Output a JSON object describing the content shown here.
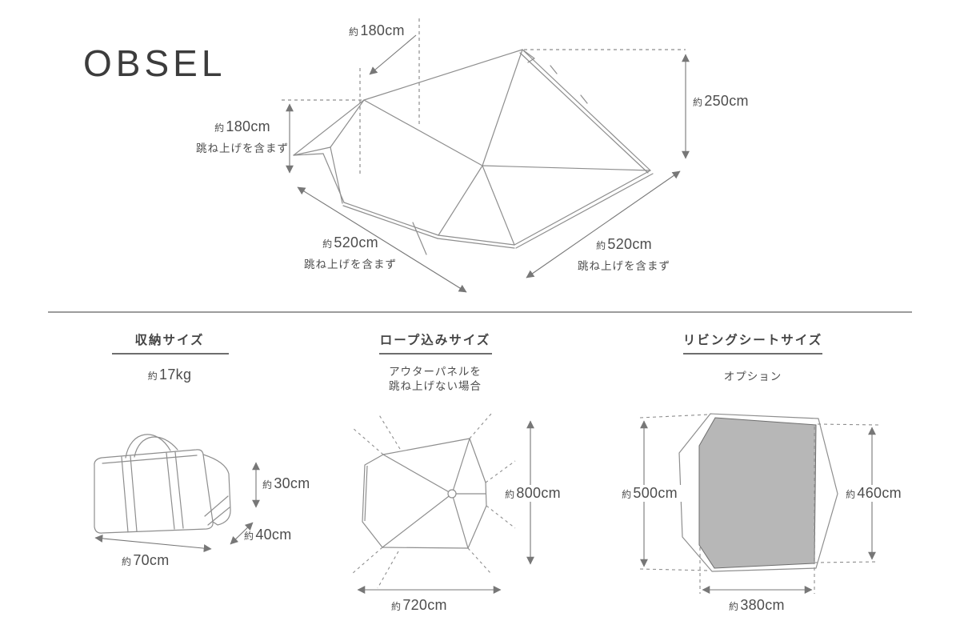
{
  "logo": "OBSEL",
  "colors": {
    "line_art": "#8e8e8e",
    "dimension": "#777777",
    "text": "#4d4d4d",
    "sheet_fill": "#b7b7b7",
    "divider": "#9c9c9c"
  },
  "tent": {
    "top_height": {
      "approx": "約",
      "value": "180cm"
    },
    "peak_height": {
      "approx": "約",
      "value": "250cm"
    },
    "side_height": {
      "approx": "約",
      "value": "180cm",
      "note": "跳ね上げを含まず"
    },
    "width_left": {
      "approx": "約",
      "value": "520cm",
      "note": "跳ね上げを含まず"
    },
    "width_right": {
      "approx": "約",
      "value": "520cm",
      "note": "跳ね上げを含まず"
    }
  },
  "storage": {
    "title": "収納サイズ",
    "weight": {
      "approx": "約",
      "value": "17kg"
    },
    "height": {
      "approx": "約",
      "value": "30cm"
    },
    "depth": {
      "approx": "約",
      "value": "40cm"
    },
    "width": {
      "approx": "約",
      "value": "70cm"
    }
  },
  "rope": {
    "title": "ロープ込みサイズ",
    "note1": "アウターパネルを",
    "note2": "跳ね上げない場合",
    "height": {
      "approx": "約",
      "value": "800cm"
    },
    "width": {
      "approx": "約",
      "value": "720cm"
    }
  },
  "living_sheet": {
    "title": "リビングシートサイズ",
    "note": "オプション",
    "left": {
      "approx": "約",
      "value": "500cm"
    },
    "right": {
      "approx": "約",
      "value": "460cm"
    },
    "bottom": {
      "approx": "約",
      "value": "380cm"
    }
  }
}
